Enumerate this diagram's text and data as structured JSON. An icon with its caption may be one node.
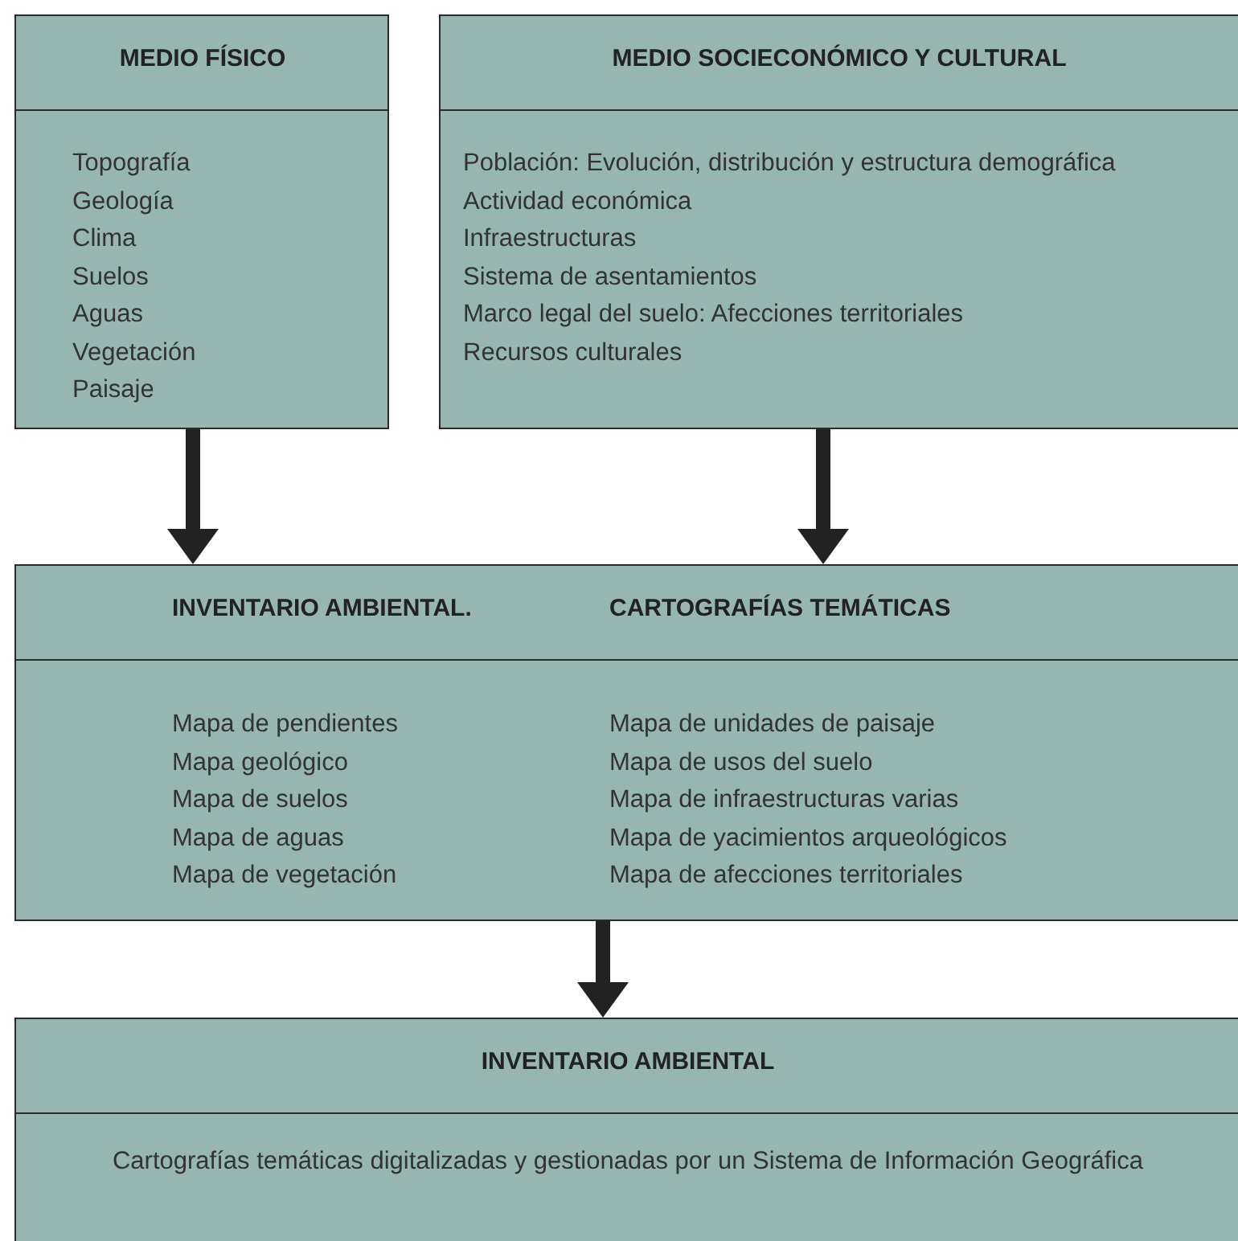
{
  "diagram": {
    "nodes": [
      {
        "text": [
          "MEDIO FÍSICO",
          "Topografía",
          "Geología",
          "Clima",
          "Suelos",
          "Aguas",
          "Vegetación",
          "Paisaje"
        ]
      },
      {
        "text": [
          "MEDIO SOCIECONÓMICO Y CULTURAL",
          "Población: Evolución, distribución y estructura demográfica",
          "Actividad económica",
          "Infraestructuras",
          "Sistema de asentamientos",
          "Marco legal del suelo: Afecciones territoriales",
          "Recursos culturales"
        ]
      },
      {
        "text": [
          "INVENTARIO AMBIENTAL.",
          "CARTOGRAFÍAS TEMÁTICAS",
          "Mapa de pendientes",
          "Mapa geológico",
          "Mapa de suelos",
          "Mapa de aguas",
          "Mapa de vegetación",
          "Mapa de unidades de paisaje",
          "Mapa de usos del suelo",
          "Mapa de infraestructuras varias",
          "Mapa de yacimientos arqueológicos",
          "Mapa de afecciones territoriales"
        ]
      },
      {
        "text": [
          "INVENTARIO AMBIENTAL",
          "Cartografías temáticas digitalizadas y gestionadas por un Sistema de Información Geográfica"
        ]
      }
    ],
    "edges": [
      {
        "from": 0,
        "to": 2,
        "arrow": "to"
      },
      {
        "from": 1,
        "to": 2,
        "arrow": "to"
      },
      {
        "from": 2,
        "to": 3,
        "arrow": "to"
      }
    ]
  }
}
